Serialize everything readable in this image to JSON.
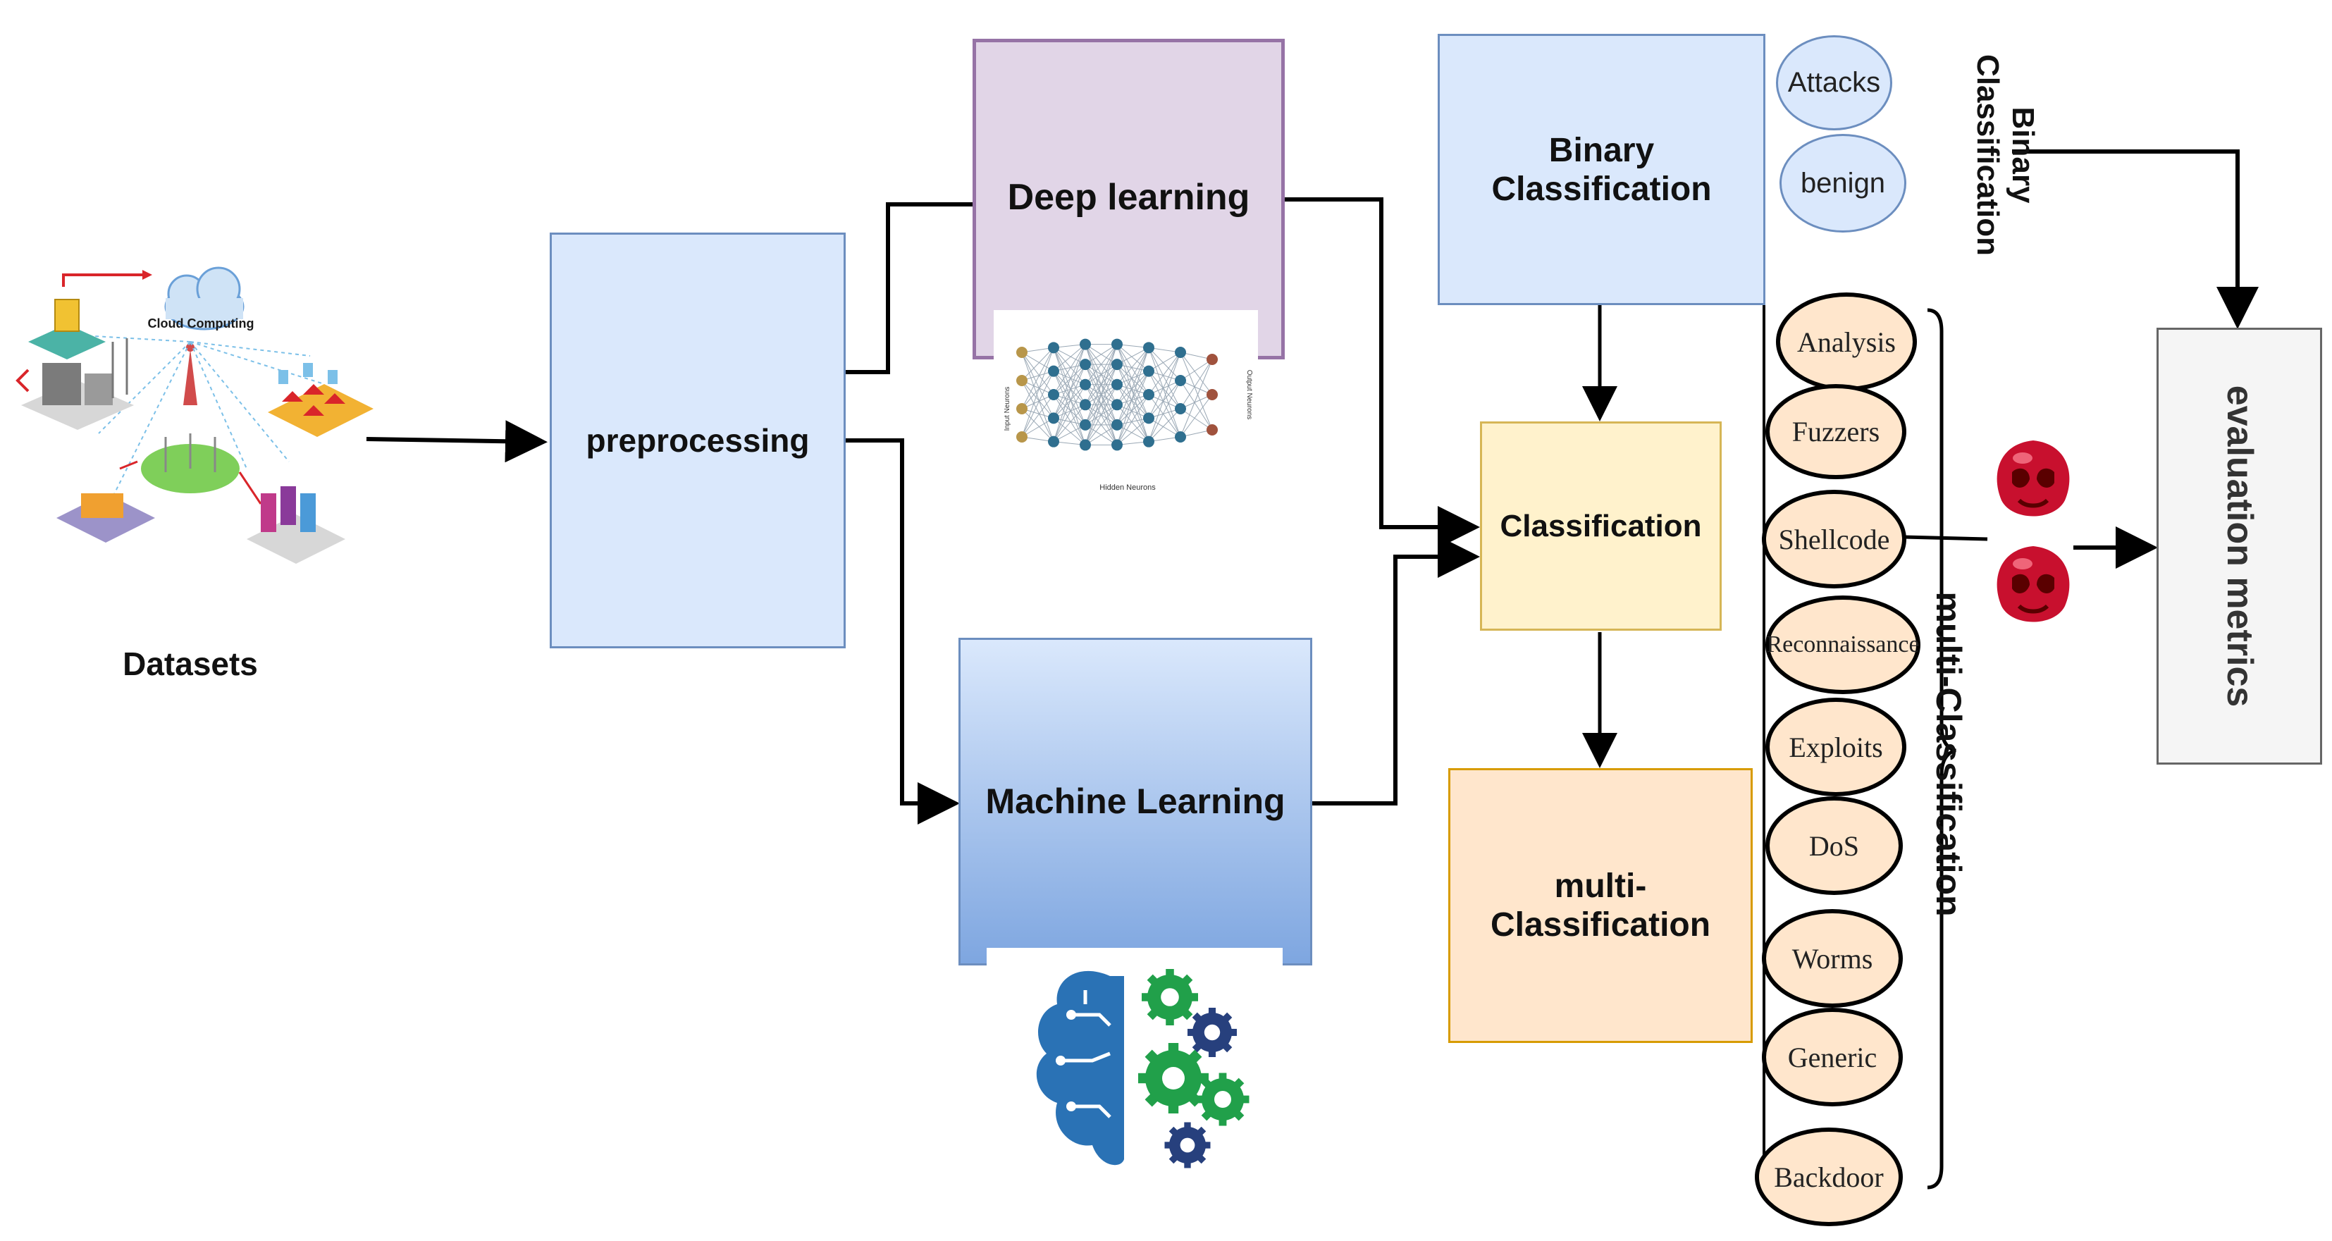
{
  "datasets": {
    "label": "Datasets",
    "cloud_label": "Cloud Computing"
  },
  "preprocessing": {
    "label": "preprocessing"
  },
  "deep_learning": {
    "label": "Deep learning",
    "nn_labels": {
      "input": "Input Neurons",
      "hidden": "Hidden Neurons",
      "output": "Output Neurons"
    }
  },
  "machine_learning": {
    "label": "Machine Learning"
  },
  "binary_classification": {
    "label": "Binary Classification"
  },
  "classification": {
    "label": "Classification"
  },
  "multi_classification": {
    "label": "multi-Classification"
  },
  "binary_classes": [
    "Attacks",
    "benign"
  ],
  "multi_classes": [
    "Analysis",
    "Fuzzers",
    "Shellcode",
    "Reconnaissance",
    "Exploits",
    "DoS",
    "Worms",
    "Generic",
    "Backdoor"
  ],
  "side_labels": {
    "binary_line1": "Binary",
    "binary_line2": "Classification",
    "multi": "multi-Classification"
  },
  "evaluation": {
    "label": "evaluation metrics"
  },
  "colors": {
    "preprocessing_fill": "#dae8fc",
    "deep_fill": "#e1d5e7",
    "deep_border": "#9673a6",
    "ml_top": "#dae8fc",
    "ml_bottom": "#7ea6e0",
    "classification_fill": "#fff2cc",
    "classification_border": "#d6b656",
    "multi_fill": "#ffe6cc",
    "ellipse_fill": "#ffe6cc",
    "evaluation_fill": "#f5f5f5",
    "evaluation_border": "#666666",
    "brain_blue": "#2a72b5",
    "gear_green": "#21a04a",
    "gear_navy": "#27407d"
  }
}
